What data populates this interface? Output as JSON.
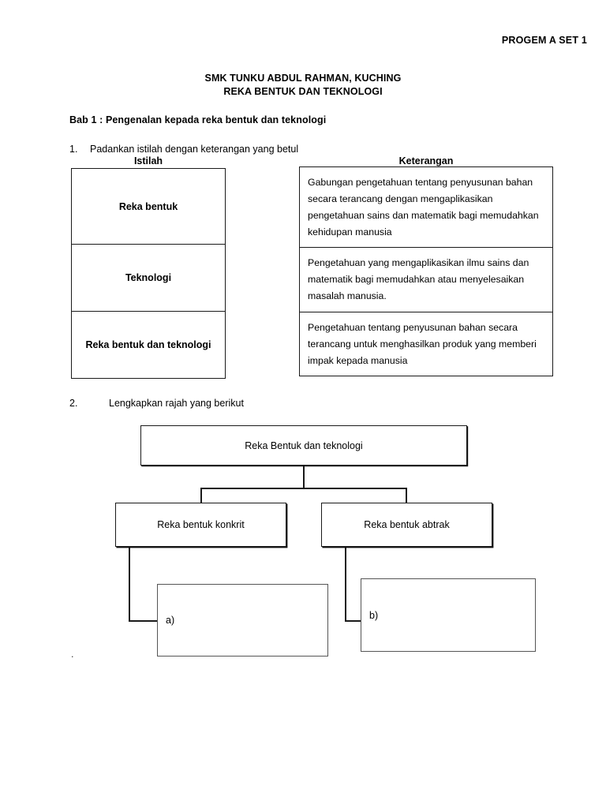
{
  "document": {
    "header_code": "PROGEM A SET 1",
    "school_line1": "SMK TUNKU ABDUL RAHMAN, KUCHING",
    "school_line2": "REKA BENTUK DAN TEKNOLOGI",
    "chapter": "Bab 1 : Pengenalan kepada reka bentuk dan teknologi",
    "trailing_mark": "."
  },
  "question1": {
    "number": "1.",
    "instruction": "Padankan istilah dengan keterangan yang betul",
    "column_headers": {
      "left": "Istilah",
      "right": "Keterangan"
    },
    "terms": [
      {
        "label": "Reka bentuk"
      },
      {
        "label": "Teknologi"
      },
      {
        "label": "Reka bentuk dan teknologi"
      }
    ],
    "descriptions": [
      {
        "text": "Gabungan pengetahuan tentang penyusunan bahan secara terancang dengan mengaplikasikan pengetahuan sains dan matematik bagi memudahkan kehidupan manusia"
      },
      {
        "text": "Pengetahuan yang mengaplikasikan ilmu sains dan matematik bagi memudahkan atau menyelesaikan masalah manusia."
      },
      {
        "text": "Pengetahuan tentang penyusunan bahan secara terancang untuk menghasilkan produk yang memberi impak kepada manusia"
      }
    ]
  },
  "question2": {
    "number": "2.",
    "instruction": "Lengkapkan rajah yang berikut",
    "diagram": {
      "root": "Reka Bentuk dan teknologi",
      "children": [
        {
          "label": "Reka bentuk konkrit"
        },
        {
          "label": "Reka bentuk abtrak"
        }
      ],
      "answer_boxes": [
        {
          "label": "a)",
          "value": ""
        },
        {
          "label": "b)",
          "value": ""
        }
      ]
    }
  }
}
